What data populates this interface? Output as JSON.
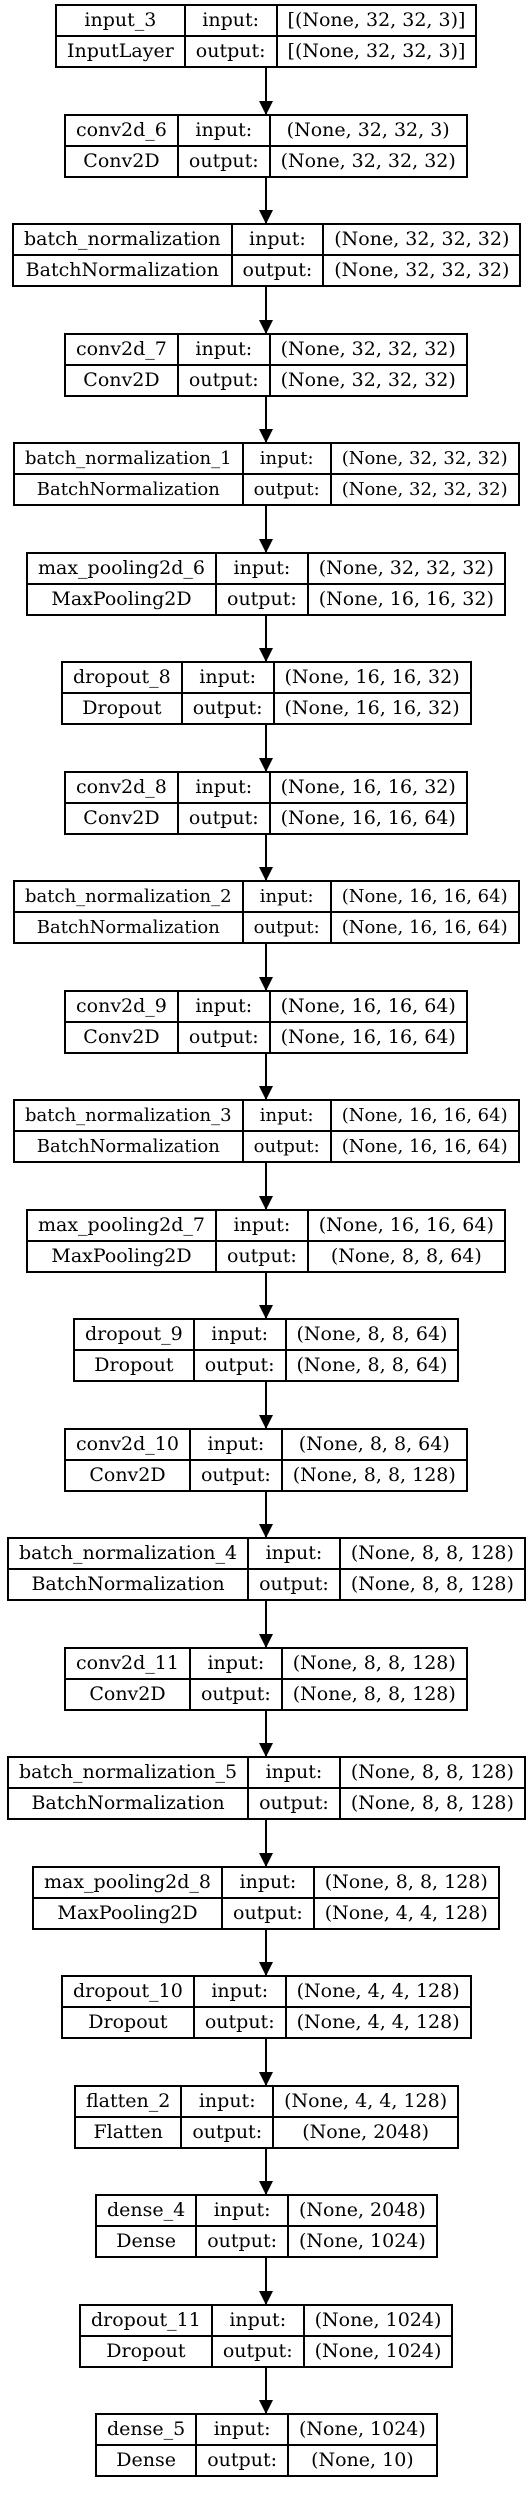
{
  "labels": {
    "input": "input:",
    "output": "output:"
  },
  "layers": [
    {
      "name": "input_3",
      "type": "InputLayer",
      "input": "[(None, 32, 32, 3)]",
      "output": "[(None, 32, 32, 3)]"
    },
    {
      "name": "conv2d_6",
      "type": "Conv2D",
      "input": "(None, 32, 32, 3)",
      "output": "(None, 32, 32, 32)"
    },
    {
      "name": "batch_normalization",
      "type": "BatchNormalization",
      "input": "(None, 32, 32, 32)",
      "output": "(None, 32, 32, 32)"
    },
    {
      "name": "conv2d_7",
      "type": "Conv2D",
      "input": "(None, 32, 32, 32)",
      "output": "(None, 32, 32, 32)"
    },
    {
      "name": "batch_normalization_1",
      "type": "BatchNormalization",
      "input": "(None, 32, 32, 32)",
      "output": "(None, 32, 32, 32)"
    },
    {
      "name": "max_pooling2d_6",
      "type": "MaxPooling2D",
      "input": "(None, 32, 32, 32)",
      "output": "(None, 16, 16, 32)"
    },
    {
      "name": "dropout_8",
      "type": "Dropout",
      "input": "(None, 16, 16, 32)",
      "output": "(None, 16, 16, 32)"
    },
    {
      "name": "conv2d_8",
      "type": "Conv2D",
      "input": "(None, 16, 16, 32)",
      "output": "(None, 16, 16, 64)"
    },
    {
      "name": "batch_normalization_2",
      "type": "BatchNormalization",
      "input": "(None, 16, 16, 64)",
      "output": "(None, 16, 16, 64)"
    },
    {
      "name": "conv2d_9",
      "type": "Conv2D",
      "input": "(None, 16, 16, 64)",
      "output": "(None, 16, 16, 64)"
    },
    {
      "name": "batch_normalization_3",
      "type": "BatchNormalization",
      "input": "(None, 16, 16, 64)",
      "output": "(None, 16, 16, 64)"
    },
    {
      "name": "max_pooling2d_7",
      "type": "MaxPooling2D",
      "input": "(None, 16, 16, 64)",
      "output": "(None, 8, 8, 64)"
    },
    {
      "name": "dropout_9",
      "type": "Dropout",
      "input": "(None, 8, 8, 64)",
      "output": "(None, 8, 8, 64)"
    },
    {
      "name": "conv2d_10",
      "type": "Conv2D",
      "input": "(None, 8, 8, 64)",
      "output": "(None, 8, 8, 128)"
    },
    {
      "name": "batch_normalization_4",
      "type": "BatchNormalization",
      "input": "(None, 8, 8, 128)",
      "output": "(None, 8, 8, 128)"
    },
    {
      "name": "conv2d_11",
      "type": "Conv2D",
      "input": "(None, 8, 8, 128)",
      "output": "(None, 8, 8, 128)"
    },
    {
      "name": "batch_normalization_5",
      "type": "BatchNormalization",
      "input": "(None, 8, 8, 128)",
      "output": "(None, 8, 8, 128)"
    },
    {
      "name": "max_pooling2d_8",
      "type": "MaxPooling2D",
      "input": "(None, 8, 8, 128)",
      "output": "(None, 4, 4, 128)"
    },
    {
      "name": "dropout_10",
      "type": "Dropout",
      "input": "(None, 4, 4, 128)",
      "output": "(None, 4, 4, 128)"
    },
    {
      "name": "flatten_2",
      "type": "Flatten",
      "input": "(None, 4, 4, 128)",
      "output": "(None, 2048)"
    },
    {
      "name": "dense_4",
      "type": "Dense",
      "input": "(None, 2048)",
      "output": "(None, 1024)"
    },
    {
      "name": "dropout_11",
      "type": "Dropout",
      "input": "(None, 1024)",
      "output": "(None, 1024)"
    },
    {
      "name": "dense_5",
      "type": "Dense",
      "input": "(None, 1024)",
      "output": "(None, 10)"
    }
  ]
}
